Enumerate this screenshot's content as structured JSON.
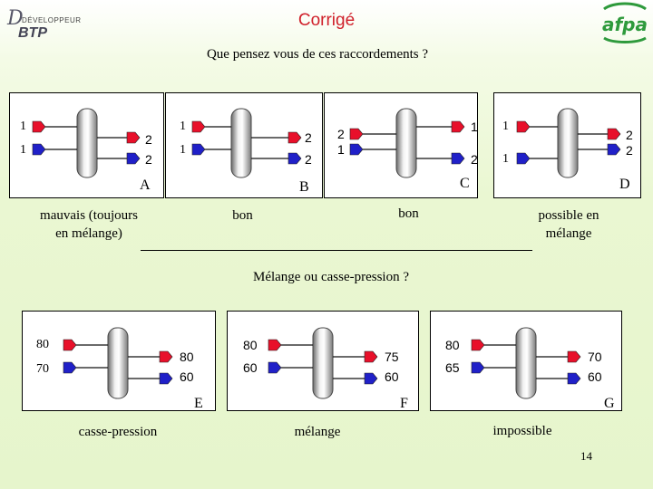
{
  "header": {
    "title": "Corrigé",
    "logo_left": {
      "letter": "D",
      "line1": "DÉVELOPPEUR",
      "line2": "BTP"
    },
    "logo_right": "afpa"
  },
  "section1": {
    "question": "Que pensez vous de ces raccordements ?",
    "diagrams": [
      {
        "letter": "A",
        "left_top": "1",
        "left_bottom": "1",
        "right_top": "2",
        "right_bottom": "2",
        "caption_line1": "mauvais (toujours",
        "caption_line2": "en mélange)"
      },
      {
        "letter": "B",
        "left_top": "1",
        "left_bottom": "1",
        "right_top": "2",
        "right_bottom": "2",
        "caption_line1": "bon",
        "caption_line2": ""
      },
      {
        "letter": "C",
        "left_top": "2",
        "left_bottom": "1",
        "right_top": "1",
        "right_bottom": "2",
        "caption_line1": "bon",
        "caption_line2": ""
      },
      {
        "letter": "D",
        "left_top": "1",
        "left_bottom": "1",
        "right_top": "2",
        "right_bottom": "2",
        "caption_line1": "possible en",
        "caption_line2": "mélange"
      }
    ]
  },
  "section2": {
    "question": "Mélange ou casse-pression ?",
    "diagrams": [
      {
        "letter": "E",
        "left_top": "80",
        "left_bottom": "70",
        "right_top": "80",
        "right_bottom": "60",
        "caption": "casse-pression"
      },
      {
        "letter": "F",
        "left_top": "80",
        "left_bottom": "60",
        "right_top": "75",
        "right_bottom": "60",
        "caption": "mélange"
      },
      {
        "letter": "G",
        "left_top": "80",
        "left_bottom": "65",
        "right_top": "70",
        "right_bottom": "60",
        "caption": "impossible"
      }
    ]
  },
  "footer": {
    "page_number": "14"
  },
  "colors": {
    "title": "#d0202a",
    "arrow_red": "#e8102a",
    "arrow_blue": "#2020c8",
    "logo_green": "#2e9a3c"
  }
}
